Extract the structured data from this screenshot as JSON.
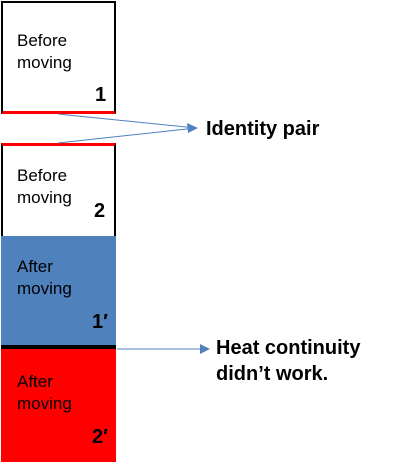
{
  "boxes": [
    {
      "id": "1",
      "line1": "Before",
      "line2": "moving",
      "number": "1"
    },
    {
      "id": "2",
      "line1": "Before",
      "line2": "moving",
      "number": "2"
    },
    {
      "id": "1p",
      "line1": "After",
      "line2": "moving",
      "number": "1′"
    },
    {
      "id": "2p",
      "line1": "After",
      "line2": "moving",
      "number": "2′"
    }
  ],
  "callouts": {
    "identity_pair": "Identity pair",
    "heat_line1": "Heat continuity",
    "heat_line2": "didn’t work."
  },
  "colors": {
    "box_1p": "#4f81bd",
    "box_2p": "#ff0000",
    "boundary": "#ff0000",
    "arrow": "#4f81bd"
  }
}
